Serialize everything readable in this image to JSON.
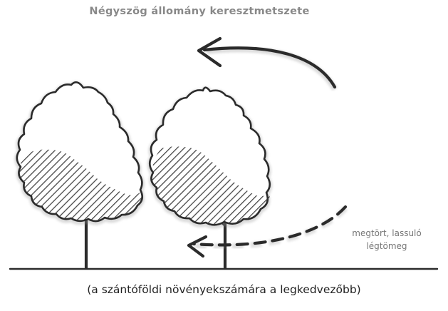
{
  "title": "Négyszög állomány keresztmetszete",
  "flow_label": {
    "line1": "megtört, lassuló",
    "line2": "légtömeg"
  },
  "caption": "(a szántóföldi növényekszámára a legkedvezőbb)",
  "icons": {
    "wind_arrow": "curved-arrow-left-icon",
    "flow_arrow": "dashed-curved-arrow-left-icon",
    "tree": "tree-icon"
  },
  "colors": {
    "stroke": "#2b2b2b",
    "title_text": "#888888",
    "label_text": "#777777",
    "caption_text": "#222222"
  }
}
